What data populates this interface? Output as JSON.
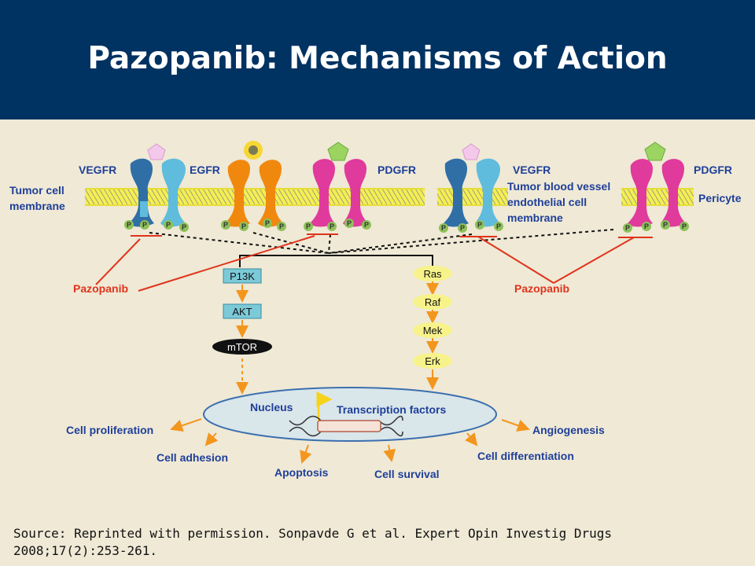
{
  "slide": {
    "title": "Pazopanib: Mechanisms of Action",
    "source": "Source: Reprinted with permission. Sonpavde G et al. Expert Opin Investig Drugs 2008;17(2):253-261."
  },
  "diagram": {
    "receptors": {
      "vegfr_left": "VEGFR",
      "egfr": "EGFR",
      "pdgfr_left": "PDGFR",
      "vegfr_right": "VEGFR",
      "pdgfr_right": "PDGFR"
    },
    "membranes": {
      "tumor_cell_line1": "Tumor cell",
      "tumor_cell_line2": "membrane",
      "endothelial_line1": "Tumor blood vessel",
      "endothelial_line2": "endothelial cell",
      "endothelial_line3": "membrane",
      "pericyte": "Pericyte"
    },
    "phospho": "P",
    "drug_left": "Pazopanib",
    "drug_right": "Pazopanib",
    "pathway_left": [
      "P13K",
      "AKT",
      "mTOR"
    ],
    "pathway_right": [
      "Ras",
      "Raf",
      "Mek",
      "Erk"
    ],
    "nucleus": "Nucleus",
    "transcription": "Transcription factors",
    "outcomes": {
      "cell_proliferation": "Cell proliferation",
      "cell_adhesion": "Cell adhesion",
      "apoptosis": "Apoptosis",
      "cell_survival": "Cell survival",
      "cell_differentiation": "Cell differentiation",
      "angiogenesis": "Angiogenesis"
    }
  },
  "colors": {
    "header": "#003262",
    "background": "#efe9d6",
    "text_blue": "#1f3f99",
    "red": "#e0341b",
    "orange_arrow": "#f3961e",
    "cyan": "#5fbcdc",
    "orange": "#f0880e",
    "magenta": "#e03a9c"
  }
}
